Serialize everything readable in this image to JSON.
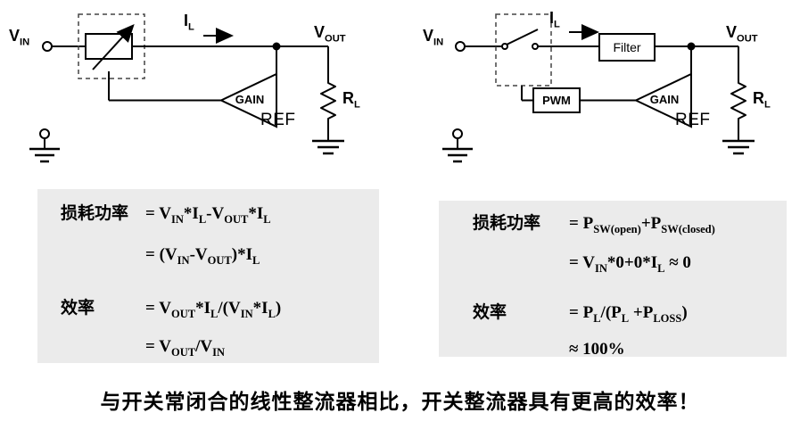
{
  "left_circuit": {
    "vin": "V_{IN}",
    "il": "I_{L}",
    "vout": "V_{OUT}",
    "rl": "R_{L}",
    "gain": "GAIN",
    "ref": "REF"
  },
  "right_circuit": {
    "vin": "V_{IN}",
    "il": "I_{L}",
    "filter": "Filter",
    "vout": "V_{OUT}",
    "rl": "R_{L}",
    "pwm": "PWM",
    "gain": "GAIN",
    "ref": "REF"
  },
  "left_formulas": {
    "rows": [
      {
        "label": "损耗功率",
        "formula": "= V_{IN}*I_{L}-V_{OUT}*I_{L}"
      },
      {
        "label": "",
        "formula": "= (V_{IN}-V_{OUT})*I_{L}"
      },
      {
        "label": "效率",
        "formula": "= V_{OUT}*I_{L}/(V_{IN}*I_{L})"
      },
      {
        "label": "",
        "formula": "= V_{OUT}/V_{IN}"
      }
    ]
  },
  "right_formulas": {
    "rows": [
      {
        "label": "损耗功率",
        "formula": "= P_{SW(open)}+P_{SW(closed)}"
      },
      {
        "label": "",
        "formula": "= V_{IN}*0+0*I_{L} ≈ 0"
      },
      {
        "label": "效率",
        "formula": "= P_{L}/(P_{L} +P_{LOSS})"
      },
      {
        "label": "",
        "formula": "≈ 100%"
      }
    ]
  },
  "caption": "与开关常闭合的线性整流器相比，开关整流器具有更高的效率！",
  "colors": {
    "background": "#ffffff",
    "formula_box_bg": "#ebebeb",
    "line": "#000000",
    "text": "#000000"
  }
}
